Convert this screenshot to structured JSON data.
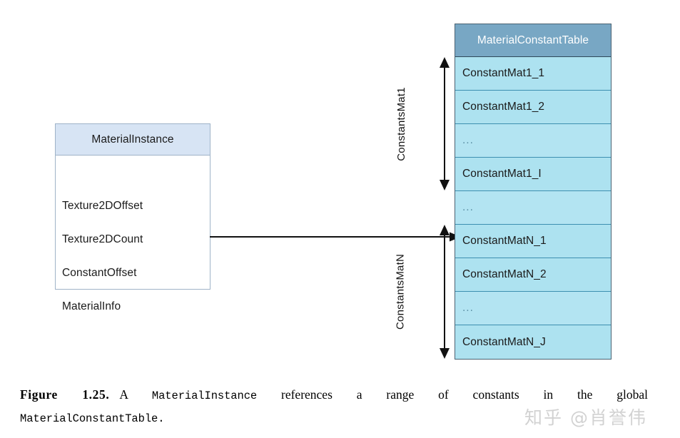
{
  "figure": {
    "instance_box": {
      "title": "MaterialInstance",
      "fields": [
        "Texture2DOffset",
        "Texture2DCount",
        "ConstantOffset",
        "MaterialInfo"
      ]
    },
    "constant_table": {
      "title": "MaterialConstantTable",
      "rows": [
        "ConstantMat1_1",
        "ConstantMat1_2",
        "...",
        "ConstantMat1_I",
        "...",
        "ConstantMatN_1",
        "ConstantMatN_2",
        "...",
        "ConstantMatN_J"
      ]
    },
    "spans": [
      {
        "label": "ConstantsMat1"
      },
      {
        "label": "ConstantsMatN"
      }
    ],
    "colors": {
      "table_header_bg": "#78a7c4",
      "table_header_text": "#ffffff",
      "table_row_bg": "#ade2f0",
      "table_row_ellipsis_bg": "#b3e4f2",
      "table_border": "#3d8fb0",
      "instance_header_bg": "#d7e4f4",
      "instance_border": "#9fb3c8",
      "page_bg": "#ffffff",
      "watermark": "#d2d2d2"
    }
  },
  "caption": {
    "figure_label": "Figure 1.25.",
    "text_a": "A",
    "code_a": "MaterialInstance",
    "text_b": "references a range of constants in the global",
    "code_b": "MaterialConstantTable."
  },
  "watermark": {
    "text": "知乎 @肖誉伟"
  }
}
